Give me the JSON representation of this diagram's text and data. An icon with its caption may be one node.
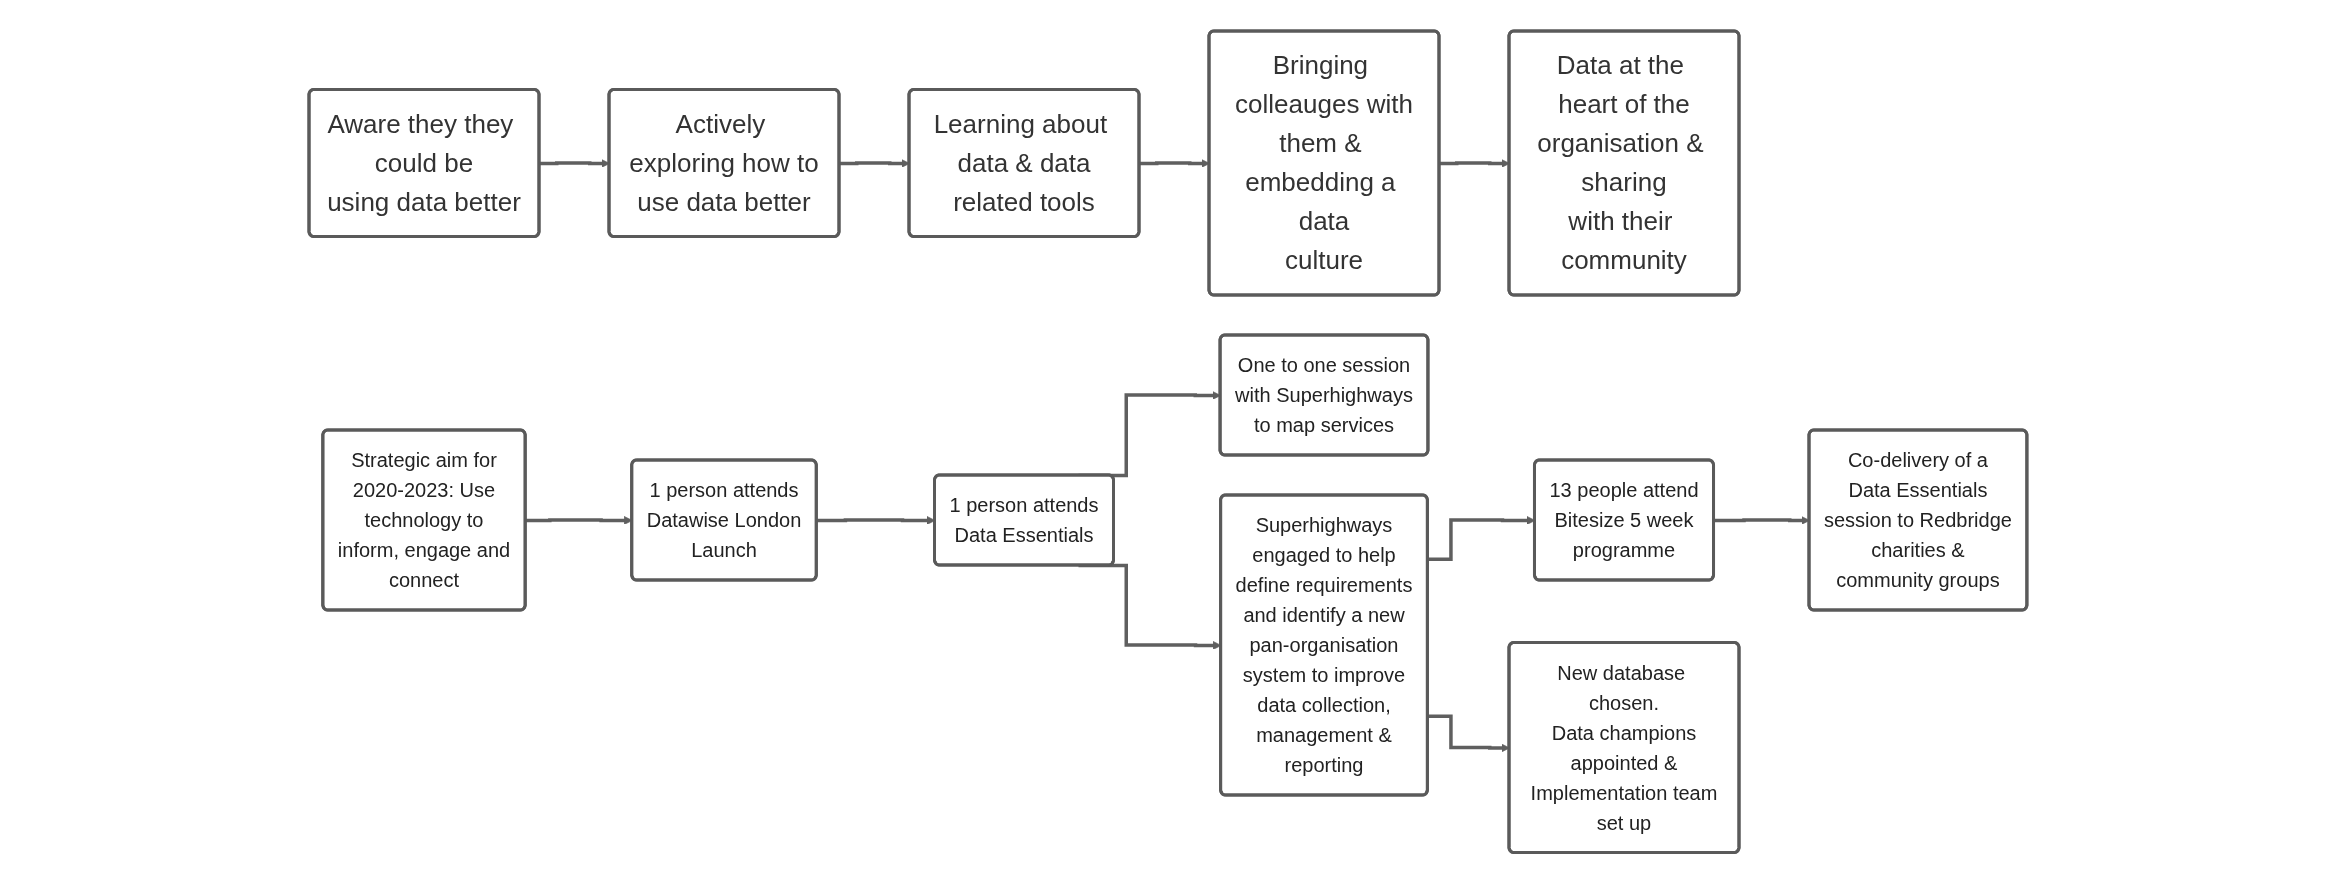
{
  "diagram": {
    "nodes": [
      {
        "text": [
          "Aware they they could be using data better"
        ]
      },
      {
        "text": [
          "Actively exploring how to use data better"
        ]
      },
      {
        "text": [
          "Learning about data & data related tools"
        ]
      },
      {
        "text": [
          "Bringing colleauges with them & embedding a data culture"
        ]
      },
      {
        "text": [
          "Data at the heart of the organisation & sharing with their community"
        ]
      },
      {
        "text": [
          "Strategic aim for 2020-2023: Use technology to inform, engage and connect"
        ]
      },
      {
        "text": [
          "1 person attends Datawise London Launch"
        ]
      },
      {
        "text": [
          "1 person attends Data Essentials"
        ]
      },
      {
        "text": [
          "One to one session with Superhighways to map services"
        ]
      },
      {
        "text": [
          "Superhighways engaged to help define requirements and identify a new pan-organisation system to improve data collection, management & reporting"
        ]
      },
      {
        "text": [
          "13 people attend Bitesize 5 week programme"
        ]
      },
      {
        "text": [
          "Co-delivery of a Data Essentials session to Redbridge charities & community groups"
        ]
      },
      {
        "text": [
          "New database chosen. Data champions appointed & Implementation team set up"
        ]
      }
    ],
    "edges": [
      {
        "from": 0,
        "to": 1,
        "arrow": "to"
      },
      {
        "from": 1,
        "to": 2,
        "arrow": "to"
      },
      {
        "from": 2,
        "to": 3,
        "arrow": "to"
      },
      {
        "from": 3,
        "to": 4,
        "arrow": "to"
      },
      {
        "from": 5,
        "to": 6,
        "arrow": "to"
      },
      {
        "from": 6,
        "to": 7,
        "arrow": "to"
      },
      {
        "from": 7,
        "to": 8,
        "arrow": "to"
      },
      {
        "from": 7,
        "to": 9,
        "arrow": "to"
      },
      {
        "from": 9,
        "to": 10,
        "arrow": "to"
      },
      {
        "from": 9,
        "to": 12,
        "arrow": "to"
      },
      {
        "from": 10,
        "to": 11,
        "arrow": "to"
      }
    ]
  }
}
